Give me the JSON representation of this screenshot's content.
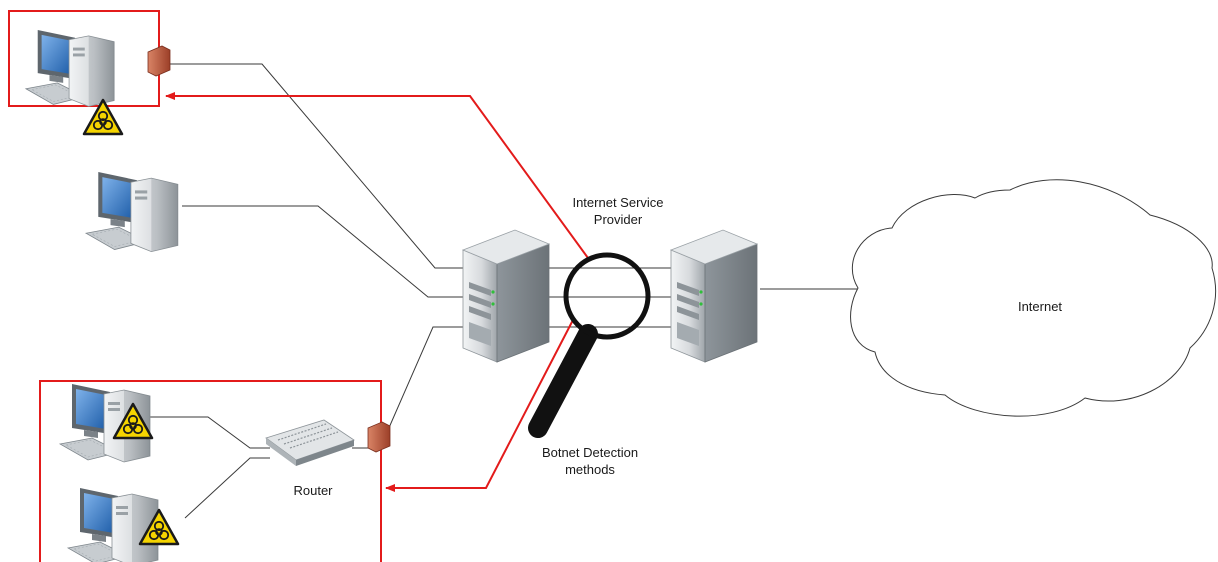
{
  "isp": {
    "line1": "Internet Service",
    "line2": "Provider"
  },
  "internet": {
    "label": "Internet"
  },
  "router": {
    "label": "Router"
  },
  "detection": {
    "line1": "Botnet Detection",
    "line2": "methods"
  },
  "colors": {
    "alert": "#e31b1b",
    "wire": "#3a3a3a",
    "firewall": "#b9553b",
    "hazard": "#f5d400",
    "screen": "#2f72c4",
    "case": "#d9dcdf"
  },
  "icons": [
    "workstation-icon",
    "biohazard-icon",
    "server-icon",
    "router-icon",
    "firewall-icon",
    "cloud-icon",
    "magnifier-icon"
  ]
}
